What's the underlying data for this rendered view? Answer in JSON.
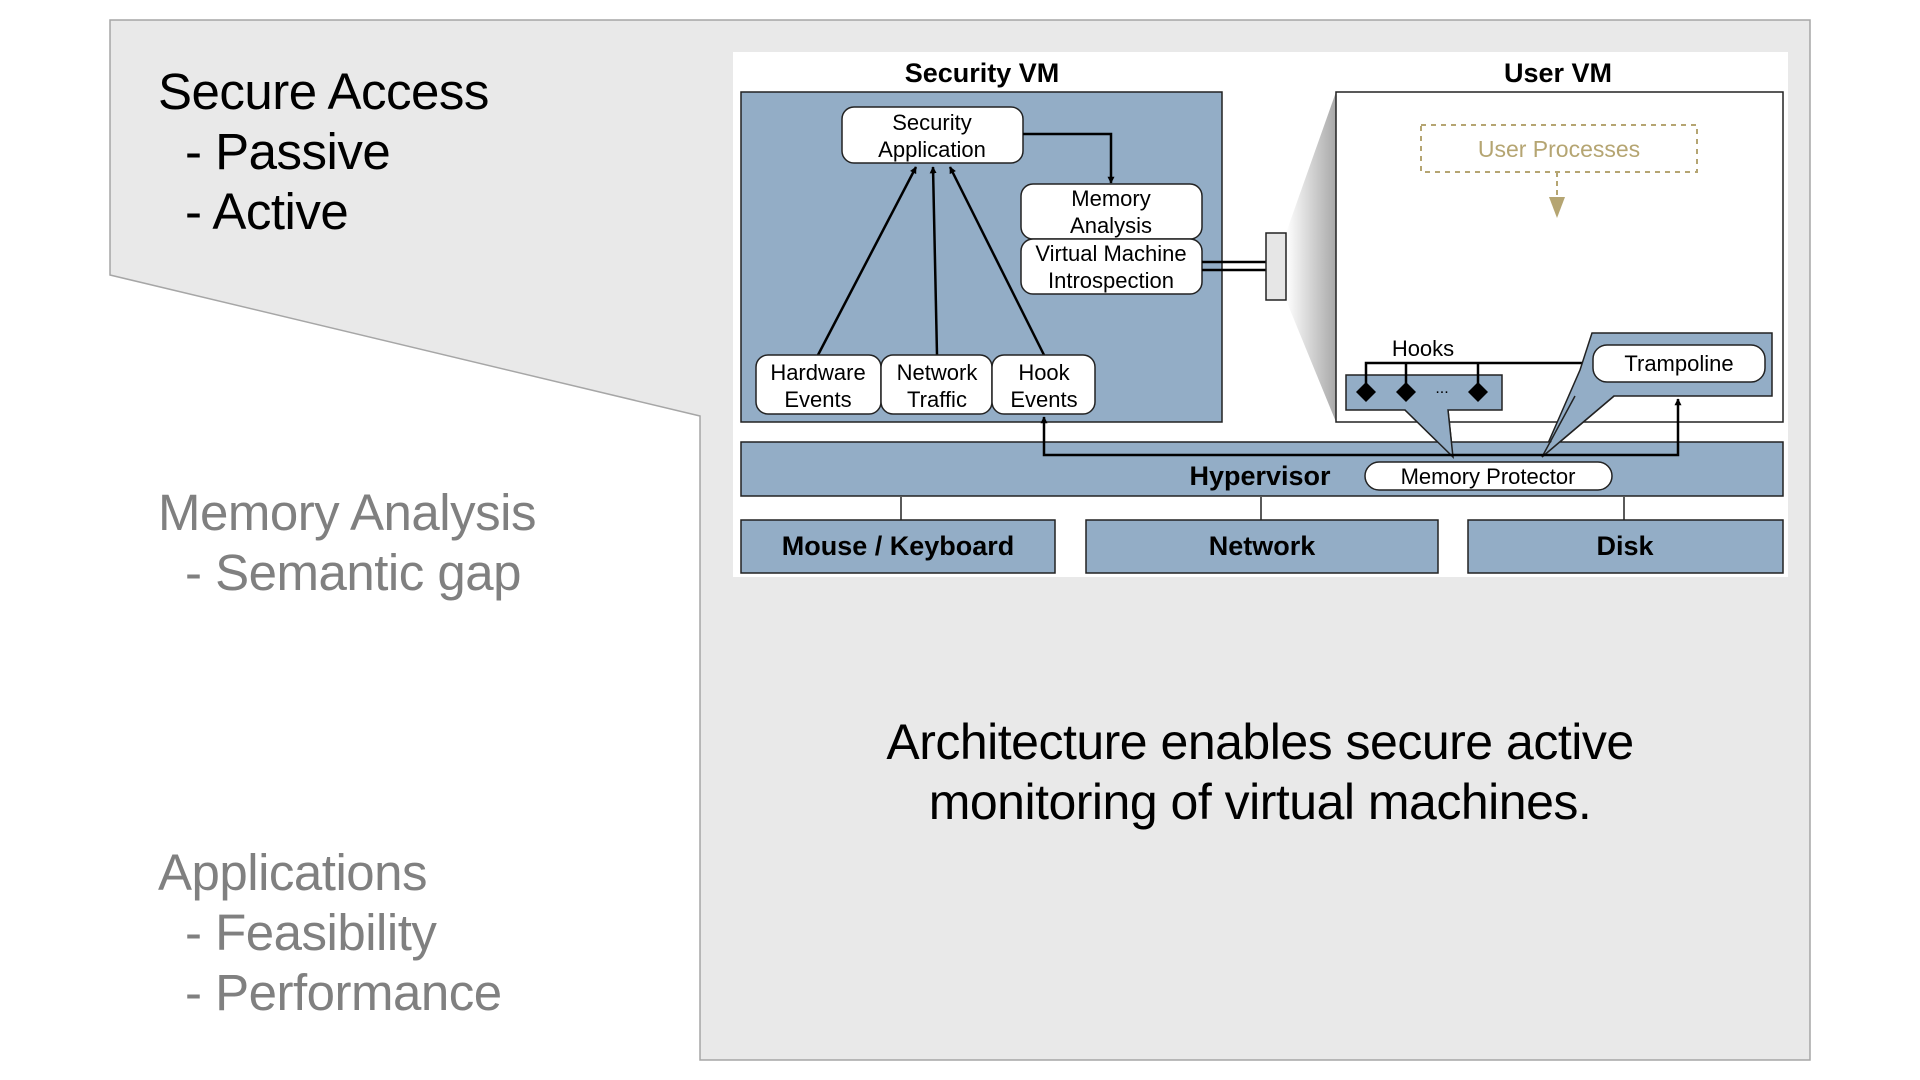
{
  "slide": {
    "sections": [
      {
        "id": "secure-access",
        "state": "active",
        "title": "Secure Access",
        "items": [
          "- Passive",
          "- Active"
        ]
      },
      {
        "id": "memory-analysis",
        "state": "dimmed",
        "title": "Memory Analysis",
        "items": [
          "- Semantic gap"
        ]
      },
      {
        "id": "applications",
        "state": "dimmed",
        "title": "Applications",
        "items": [
          "- Feasibility",
          "- Performance"
        ]
      }
    ],
    "caption": {
      "line1": "Architecture enables secure active",
      "line2": "monitoring of virtual machines."
    }
  },
  "diagram": {
    "security_vm": {
      "label": "Security VM",
      "security_application": [
        "Security",
        "Application"
      ],
      "memory_analysis": [
        "Memory",
        "Analysis"
      ],
      "vmi": [
        "Virtual Machine",
        "Introspection"
      ],
      "hardware_events": [
        "Hardware",
        "Events"
      ],
      "network_traffic": [
        "Network",
        "Traffic"
      ],
      "hook_events": [
        "Hook",
        "Events"
      ]
    },
    "user_vm": {
      "label": "User VM",
      "user_processes": "User Processes",
      "hooks_label": "Hooks",
      "hooks_ellipsis": "...",
      "trampoline": "Trampoline"
    },
    "hypervisor": {
      "label": "Hypervisor",
      "memory_protector": "Memory Protector"
    },
    "devices": [
      "Mouse / Keyboard",
      "Network",
      "Disk"
    ],
    "colors": {
      "panel_bg": "#e9e9e9",
      "panel_border": "#a6a6a6",
      "box_blue": "#93adc6",
      "box_border": "#222222",
      "user_processes": "#b5a572",
      "dim_text": "#808080"
    }
  }
}
